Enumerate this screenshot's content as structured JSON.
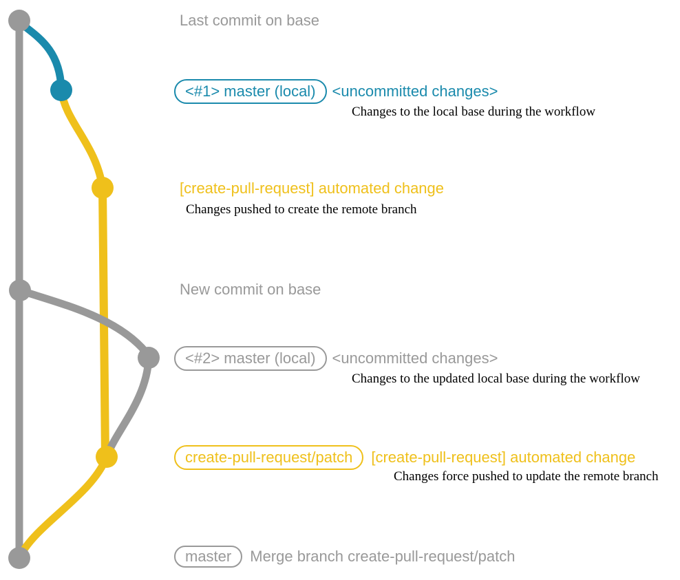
{
  "colors": {
    "background": "#ffffff",
    "gray": "#999999",
    "teal": "#1a8aac",
    "yellow": "#efc01b",
    "text_black": "#000000"
  },
  "graph": {
    "branches": [
      {
        "name": "base",
        "color_key": "gray"
      },
      {
        "name": "master-local-1",
        "color_key": "teal"
      },
      {
        "name": "create-pull-request-patch",
        "color_key": "yellow"
      }
    ],
    "commits": [
      {
        "name": "last-commit-on-base",
        "color_key": "gray"
      },
      {
        "name": "uncommitted-changes-1",
        "color_key": "teal"
      },
      {
        "name": "automated-change-push",
        "color_key": "yellow"
      },
      {
        "name": "new-commit-on-base",
        "color_key": "gray"
      },
      {
        "name": "uncommitted-changes-2",
        "color_key": "gray"
      },
      {
        "name": "automated-change-force-push",
        "color_key": "yellow"
      },
      {
        "name": "merge-commit",
        "color_key": "gray"
      }
    ]
  },
  "annotations": {
    "row1": {
      "headline": "Last commit on base"
    },
    "row2": {
      "badge": "<#1> master (local)",
      "headline": "<uncommitted changes>",
      "subline": "Changes to the local base during the workflow"
    },
    "row3": {
      "headline": "[create-pull-request] automated change",
      "subline": "Changes pushed to create the remote branch"
    },
    "row4": {
      "headline": "New commit on base"
    },
    "row5": {
      "badge": "<#2> master (local)",
      "headline": "<uncommitted changes>",
      "subline": "Changes to the updated local base during the workflow"
    },
    "row6": {
      "badge": "create-pull-request/patch",
      "headline": "[create-pull-request] automated change",
      "subline": "Changes force pushed to update the remote branch"
    },
    "row7": {
      "badge": "master",
      "headline": "Merge branch create-pull-request/patch"
    }
  }
}
